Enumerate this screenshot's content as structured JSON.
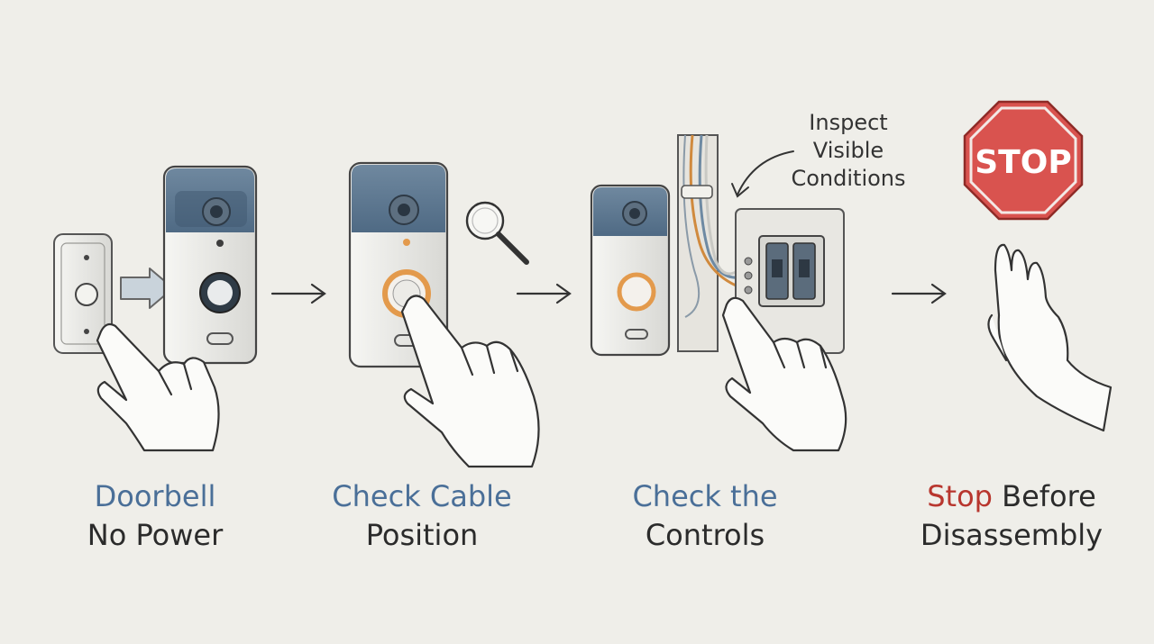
{
  "steps": [
    {
      "line1": "Doorbell",
      "line2": "No Power"
    },
    {
      "line1": "Check Cable",
      "line2": "Position"
    },
    {
      "line1": "Check the",
      "line2": "Controls"
    },
    {
      "line1_emph": "Stop",
      "line1_rest": " Before",
      "line2": "Disassembly"
    }
  ],
  "annotation": {
    "line1": "Inspect",
    "line2": "Visible",
    "line3": "Conditions"
  },
  "sign": {
    "label": "STOP"
  },
  "colors": {
    "background": "#efeee9",
    "caption_blue": "#4a6f98",
    "caption_dark": "#2b2b2b",
    "stop_red": "#d9534f",
    "accent_orange": "#e39a4c",
    "doorbell_blue": "#5e7891"
  }
}
